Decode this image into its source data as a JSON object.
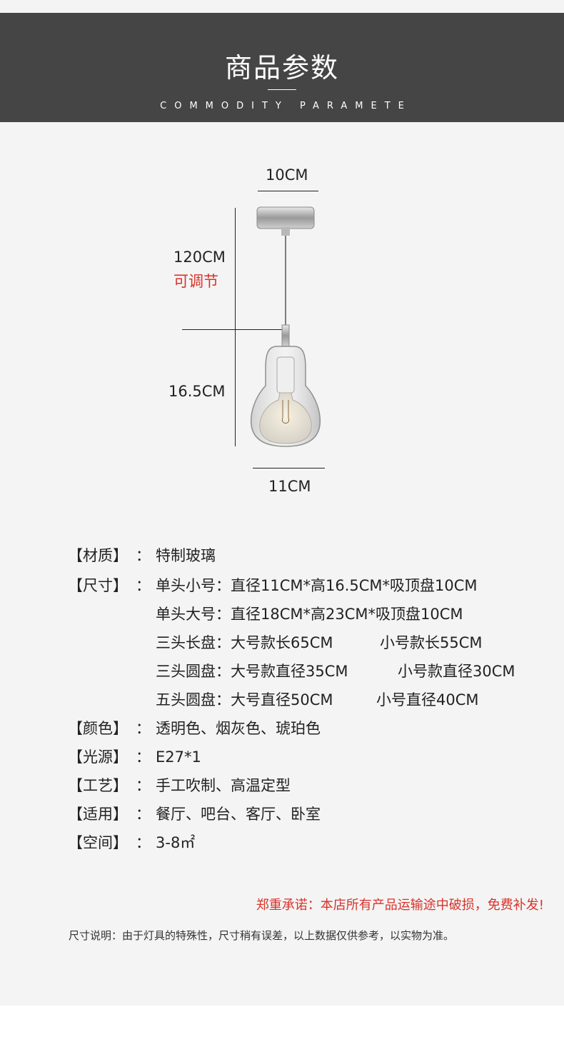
{
  "header": {
    "title": "商品参数",
    "subtitle": "COMMODITY PARAMETE"
  },
  "dimensions": {
    "top_width": "10CM",
    "cord_length": "120CM",
    "cord_note": "可调节",
    "shade_height": "16.5CM",
    "shade_width": "11CM"
  },
  "specs": [
    {
      "label": "【材质】",
      "colon": "：",
      "segments": [
        "特制玻璃"
      ]
    },
    {
      "label": "【尺寸】",
      "colon": "：",
      "segments": [
        "单头小号：直径11CM*高16.5CM*吸顶盘10CM"
      ]
    },
    {
      "label": "",
      "colon": "",
      "segments": [
        "单头大号：直径18CM*高23CM*吸顶盘10CM"
      ]
    },
    {
      "label": "",
      "colon": "",
      "segments": [
        "三头长盘：大号款长65CM",
        "小号款长55CM"
      ]
    },
    {
      "label": "",
      "colon": "",
      "segments": [
        "三头圆盘：大号款直径35CM",
        "小号款直径30CM"
      ]
    },
    {
      "label": "",
      "colon": "",
      "segments": [
        "五头圆盘：大号直径50CM",
        "小号直径40CM"
      ]
    },
    {
      "label": "【颜色】",
      "colon": "：",
      "segments": [
        "透明色、烟灰色、琥珀色"
      ]
    },
    {
      "label": "【光源】",
      "colon": "：",
      "segments": [
        "E27*1"
      ]
    },
    {
      "label": "【工艺】",
      "colon": "：",
      "segments": [
        "手工吹制、高温定型"
      ]
    },
    {
      "label": "【适用】",
      "colon": "：",
      "segments": [
        "餐厅、吧台、客厅、卧室"
      ]
    },
    {
      "label": "【空间】",
      "colon": "：",
      "segments": [
        "3-8㎡"
      ]
    }
  ],
  "promise": "郑重承诺：本店所有产品运输途中破损，免费补发!",
  "note": "尺寸说明：由于灯具的特殊性，尺寸稍有误差，以上数据仅供参考，以实物为准。",
  "colors": {
    "header_bg": "#454545",
    "accent_red": "#d8332b",
    "page_bg": "#f4f4f4"
  }
}
